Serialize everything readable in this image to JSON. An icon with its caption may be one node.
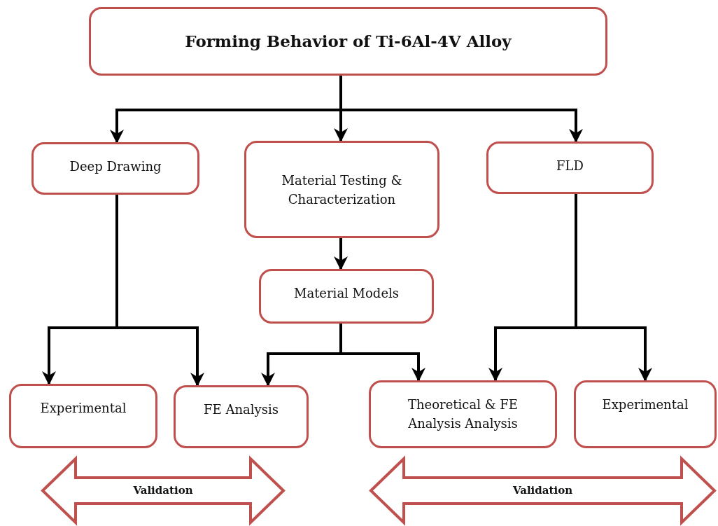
{
  "diagram": {
    "nodes": [
      {
        "text": [
          "Forming Behavior of Ti-6Al-4V Alloy"
        ]
      },
      {
        "text": [
          "Deep Drawing"
        ]
      },
      {
        "text": [
          "Material Testing & Characterization"
        ]
      },
      {
        "text": [
          "FLD"
        ]
      },
      {
        "text": [
          "Material Models"
        ]
      },
      {
        "text": [
          "Experimental"
        ]
      },
      {
        "text": [
          "FE Analysis"
        ]
      },
      {
        "text": [
          "Theoretical & FE Analysis Analysis"
        ]
      },
      {
        "text": [
          "Experimental"
        ]
      },
      {
        "text": [
          "Validation"
        ]
      },
      {
        "text": [
          "Validation"
        ]
      }
    ],
    "edges": [
      {
        "from": 0,
        "to": 1,
        "arrow": "to"
      },
      {
        "from": 0,
        "to": 2,
        "arrow": "to"
      },
      {
        "from": 0,
        "to": 3,
        "arrow": "to"
      },
      {
        "from": 2,
        "to": 4,
        "arrow": "to"
      },
      {
        "from": 1,
        "to": 5,
        "arrow": "to"
      },
      {
        "from": 1,
        "to": 6,
        "arrow": "to"
      },
      {
        "from": 4,
        "to": 6,
        "arrow": "to"
      },
      {
        "from": 4,
        "to": 7,
        "arrow": "to"
      },
      {
        "from": 3,
        "to": 7,
        "arrow": "to"
      },
      {
        "from": 3,
        "to": 8,
        "arrow": "to"
      }
    ]
  }
}
